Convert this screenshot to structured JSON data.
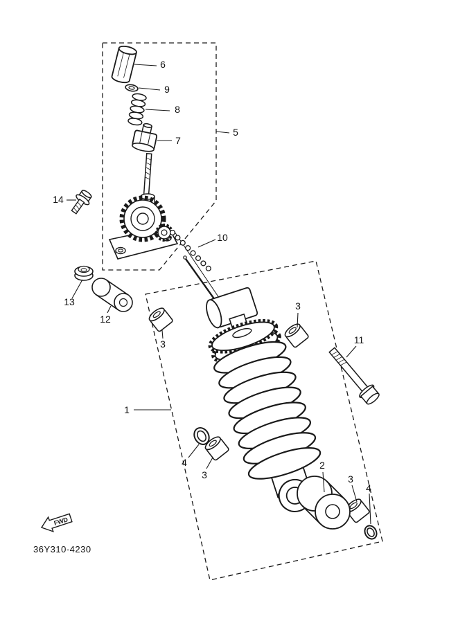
{
  "diagram": {
    "part_code": "36Y310-4230",
    "fwd_label": "FWD",
    "callouts": {
      "c1": "1",
      "c2": "2",
      "c3a": "3",
      "c3b": "3",
      "c3c": "3",
      "c3d": "3",
      "c4a": "4",
      "c4b": "4",
      "c5": "5",
      "c6": "6",
      "c7": "7",
      "c8": "8",
      "c9": "9",
      "c10": "10",
      "c11": "11",
      "c12": "12",
      "c13": "13",
      "c14": "14"
    }
  }
}
